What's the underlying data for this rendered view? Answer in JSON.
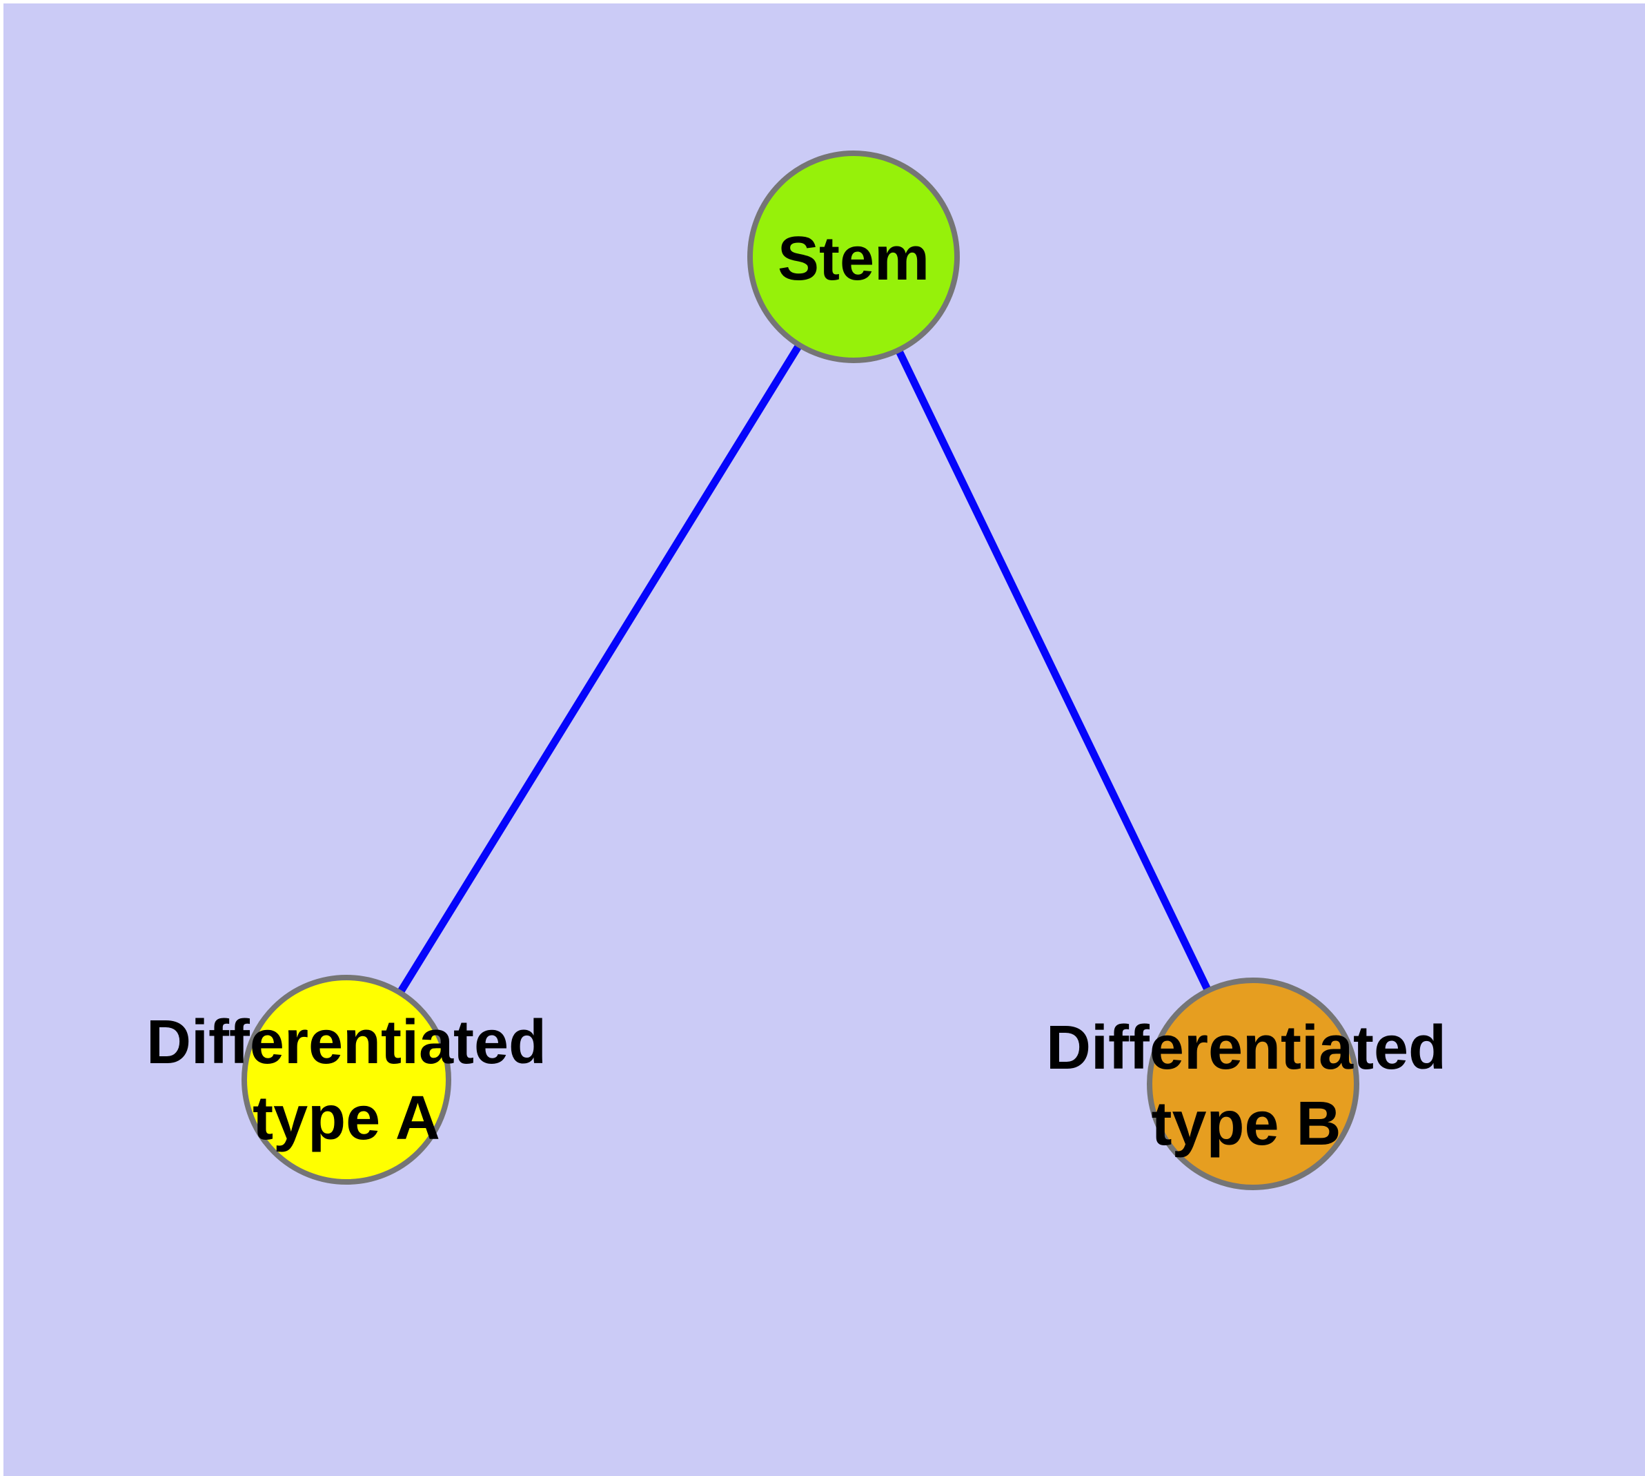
{
  "diagram": {
    "background_color": "#CBCBF6",
    "edge_color": "#0505FB",
    "node_border_color": "#757575",
    "label_color": "#000000",
    "nodes": [
      {
        "id": "stem",
        "label": "Stem",
        "fill": "#96F10A"
      },
      {
        "id": "differentiated-type-a",
        "label_line1": "Differentiated",
        "label_line2": "type A",
        "fill": "#FFFF00"
      },
      {
        "id": "differentiated-type-b",
        "label_line1": "Differentiated",
        "label_line2": "type B",
        "fill": "#E69E20"
      }
    ],
    "edges": [
      {
        "from": "Stem",
        "to": "Differentiated type A"
      },
      {
        "from": "Stem",
        "to": "Differentiated type B"
      }
    ]
  }
}
